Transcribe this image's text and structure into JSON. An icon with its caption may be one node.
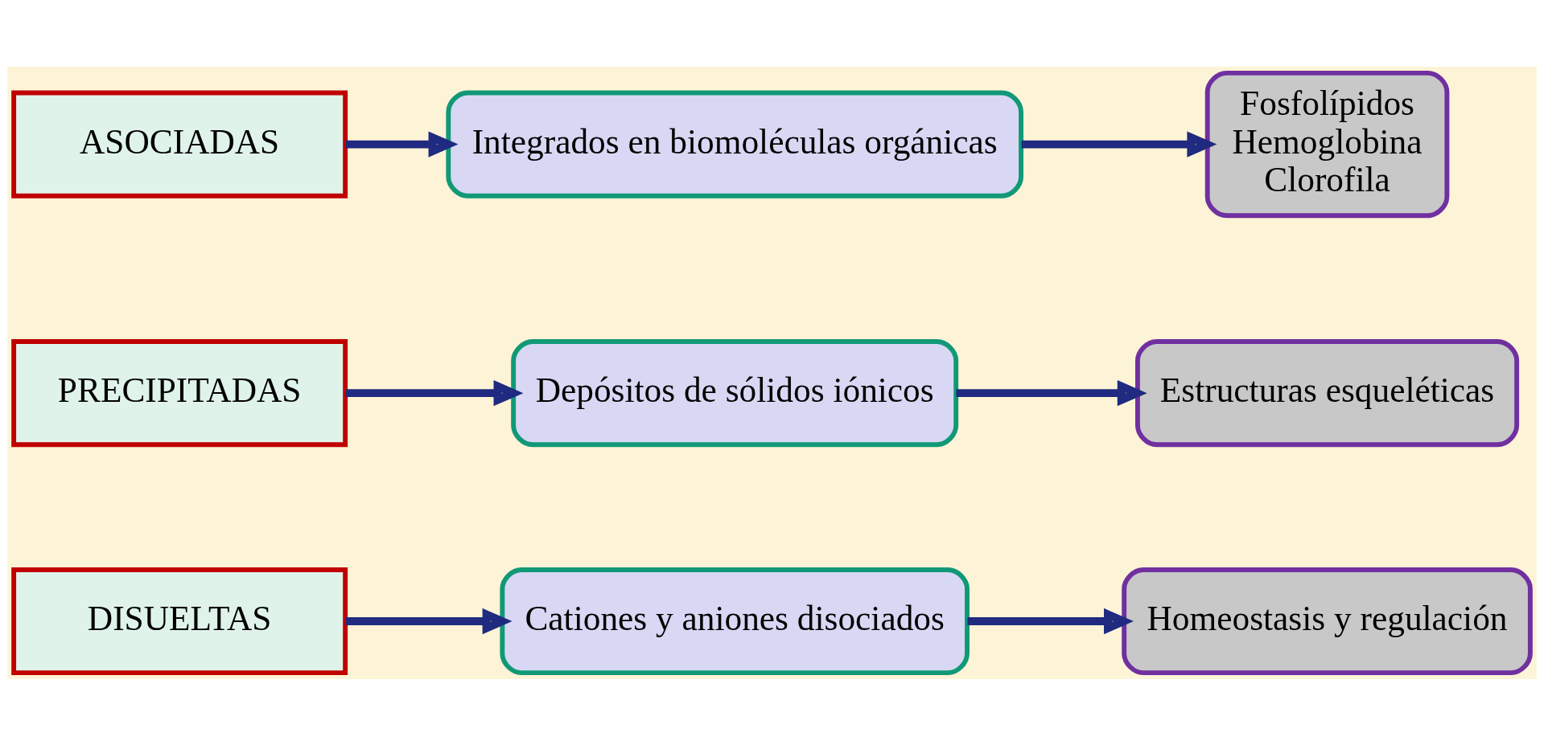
{
  "diagram": {
    "nodes": [
      {
        "text": [
          "DISUELTAS"
        ]
      },
      {
        "text": [
          "Cationes y aniones disociados"
        ]
      },
      {
        "text": [
          "Homeostasis y regulación"
        ]
      },
      {
        "text": [
          "PRECIPITADAS"
        ]
      },
      {
        "text": [
          "Depósitos de sólidos iónicos"
        ]
      },
      {
        "text": [
          "Estructuras esqueléticas"
        ]
      },
      {
        "text": [
          "ASOCIADAS"
        ]
      },
      {
        "text": [
          "Integrados en biomoléculas orgánicas"
        ]
      },
      {
        "text": [
          "Fosfolípidos",
          "Hemoglobina",
          "Clorofila"
        ]
      }
    ],
    "edges": [
      {
        "from": 0,
        "to": 1,
        "arrow": "to"
      },
      {
        "from": 1,
        "to": 2,
        "arrow": "to"
      },
      {
        "from": 3,
        "to": 4,
        "arrow": "to"
      },
      {
        "from": 4,
        "to": 5,
        "arrow": "to"
      },
      {
        "from": 6,
        "to": 7,
        "arrow": "to"
      },
      {
        "from": 7,
        "to": 8,
        "arrow": "to"
      }
    ]
  }
}
